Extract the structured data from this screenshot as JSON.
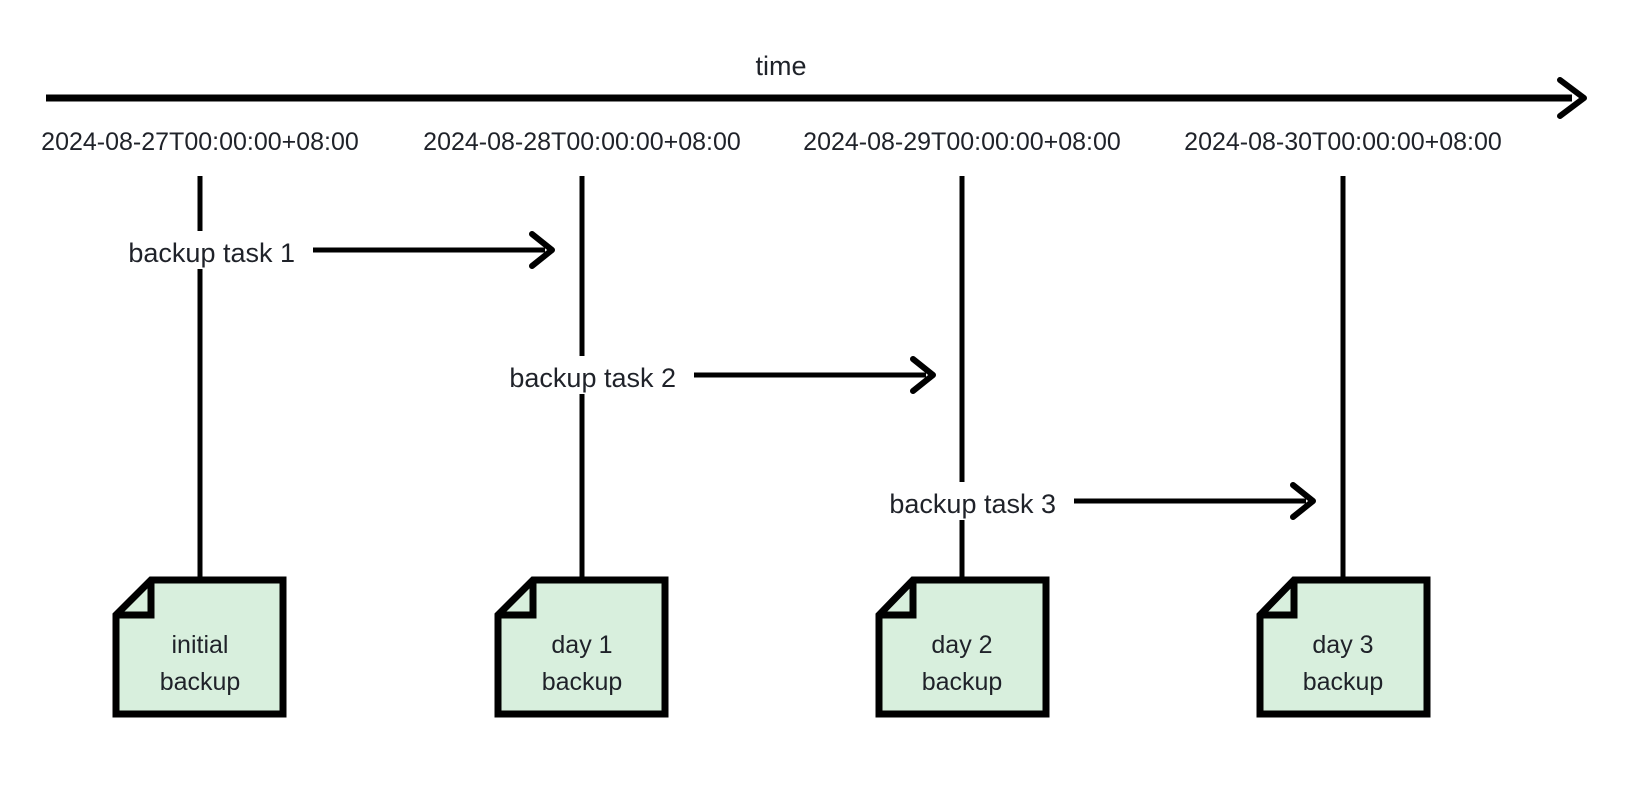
{
  "diagram": {
    "kind": "backup-timeline",
    "axis": {
      "title": "time",
      "arrow_direction": "right",
      "ticks": [
        "2024-08-27T00:00:00+08:00",
        "2024-08-28T00:00:00+08:00",
        "2024-08-29T00:00:00+08:00",
        "2024-08-30T00:00:00+08:00"
      ]
    },
    "tasks": [
      {
        "label": "backup task 1",
        "from_tick": 0,
        "to_tick": 1
      },
      {
        "label": "backup task 2",
        "from_tick": 1,
        "to_tick": 2
      },
      {
        "label": "backup task 3",
        "from_tick": 2,
        "to_tick": 3
      }
    ],
    "notes": [
      {
        "line1": "initial",
        "line2": "backup",
        "tick": 0
      },
      {
        "line1": "day 1",
        "line2": "backup",
        "tick": 1
      },
      {
        "line1": "day 2",
        "line2": "backup",
        "tick": 2
      },
      {
        "line1": "day 3",
        "line2": "backup",
        "tick": 3
      }
    ],
    "colors": {
      "note_fill": "#d8efdd",
      "stroke": "#000000",
      "text": "#1f2229",
      "background": "#ffffff"
    }
  }
}
